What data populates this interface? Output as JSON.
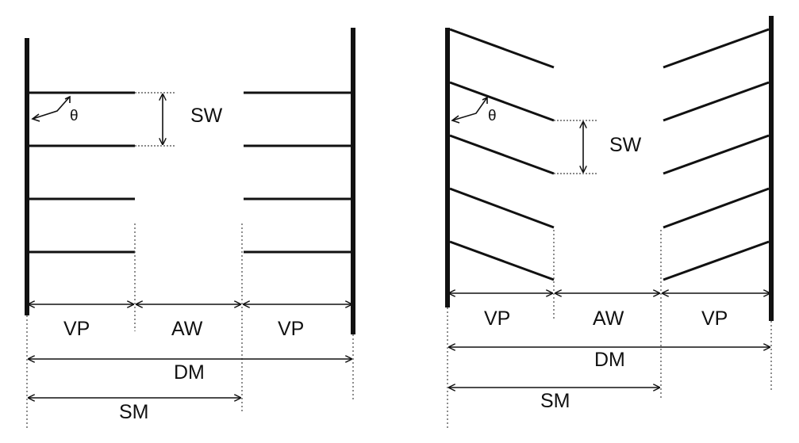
{
  "colors": {
    "ink": "#111111",
    "guide": "#444444",
    "background": "#ffffff"
  },
  "left_diagram": {
    "labels": {
      "sw": "SW",
      "theta": "θ",
      "vp_left": "VP",
      "aw": "AW",
      "vp_right": "VP",
      "dm": "DM",
      "sm": "SM"
    }
  },
  "right_diagram": {
    "labels": {
      "sw": "SW",
      "theta": "θ",
      "vp_left": "VP",
      "aw": "AW",
      "vp_right": "VP",
      "dm": "DM",
      "sm": "SM"
    }
  }
}
